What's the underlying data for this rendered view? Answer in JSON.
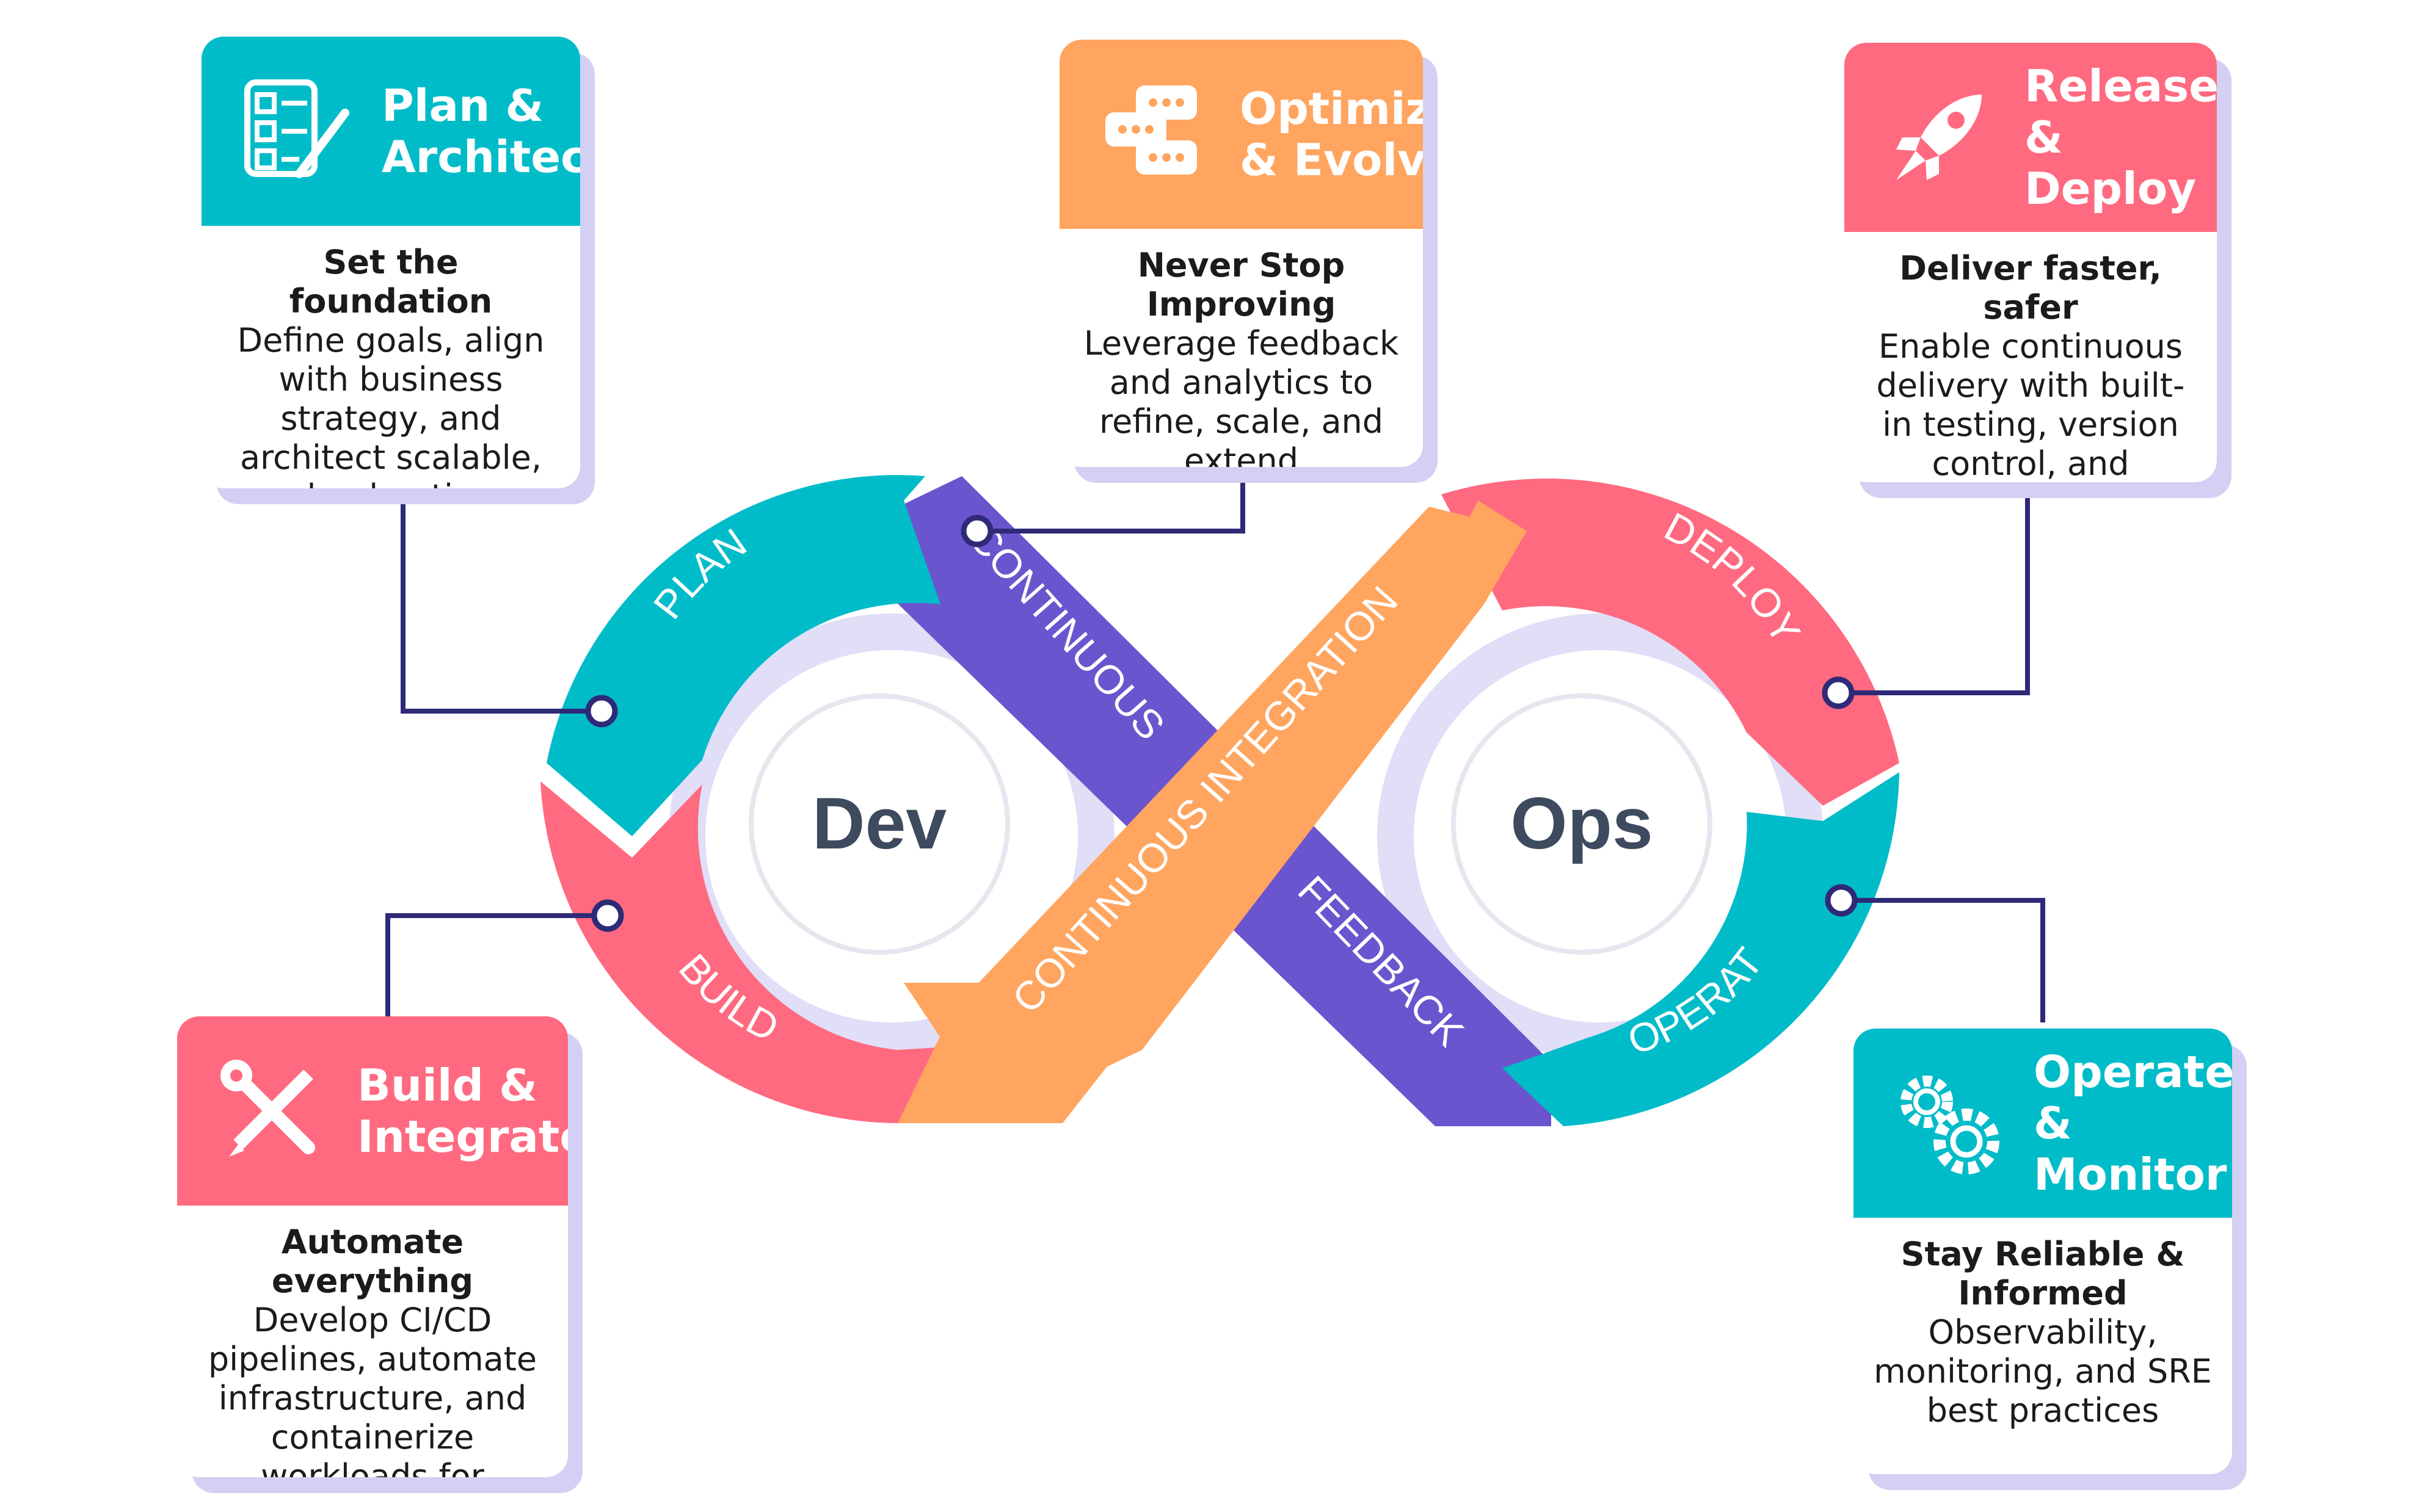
{
  "colors": {
    "teal": "#00BCC9",
    "pink": "#FF6A80",
    "orange": "#FFA55F",
    "purple": "#6A55CE",
    "navy": "#2E2A78",
    "shadow": "#D4D0F3",
    "center_text": "#3E4A5E"
  },
  "loop": {
    "dev_label": "Dev",
    "ops_label": "Ops",
    "segments": {
      "plan": "PLAN",
      "build": "BUILD",
      "continuous": "CONTINUOUS",
      "continuous_integration": "CONTINUOUS INTEGRATION",
      "feedback": "FEEDBACK",
      "deploy": "DEPLOY",
      "operate": "OPERATE"
    }
  },
  "cards": {
    "plan": {
      "title": "Plan &\nArchitect",
      "icon": "checklist-pencil-icon",
      "heading": "Set the foundation",
      "description": "Define goals, align with business strategy, and architect scalable, cloud-native solutions."
    },
    "optimize": {
      "title": "Optimize\n& Evolve",
      "icon": "chat-bubbles-icon",
      "heading": "Never Stop Improving",
      "description": "Leverage feedback and analytics to refine, scale, and extend"
    },
    "release": {
      "title": "Release &\nDeploy",
      "icon": "rocket-icon",
      "heading": "Deliver faster, safer",
      "description": "Enable continuous delivery with built-in testing, version control, and rollback assurance."
    },
    "build": {
      "title": "Build &\nIntegrate",
      "icon": "wrench-pencil-icon",
      "heading": "Automate everything",
      "description": "Develop CI/CD pipelines, automate infrastructure, and containerize workloads for consistency."
    },
    "operate": {
      "title": "Operate &\nMonitor",
      "icon": "gears-icon",
      "heading": "Stay Reliable & Informed",
      "description": "Observability, monitoring, and SRE best practices"
    }
  }
}
